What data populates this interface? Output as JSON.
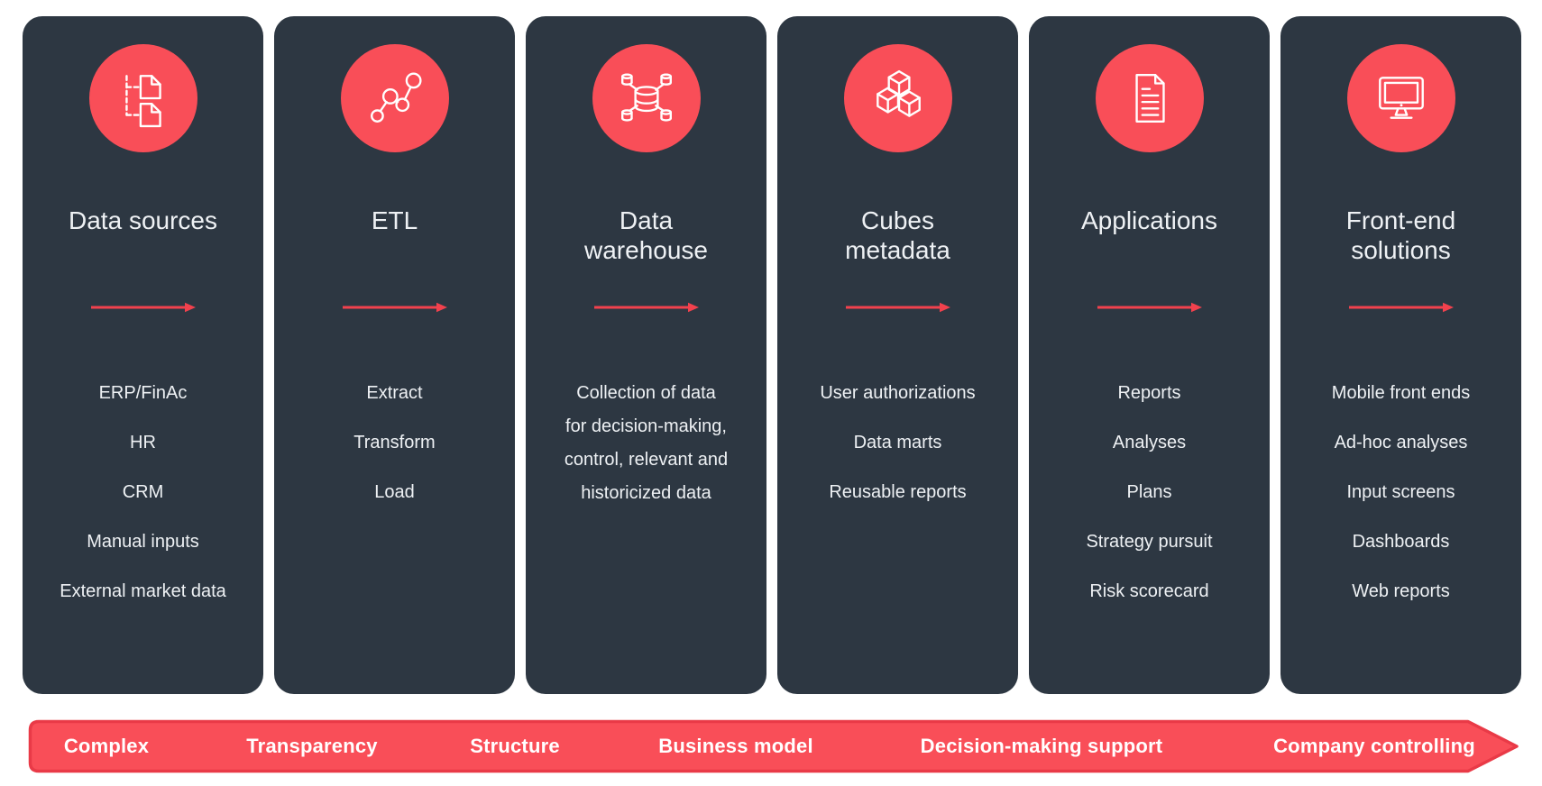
{
  "columns": [
    {
      "name": "Data sources",
      "title_lines": [
        "Data sources"
      ],
      "icon": "file-tree-icon",
      "items": [
        "ERP/FinAc",
        "HR",
        "CRM",
        "Manual inputs",
        "External market data"
      ]
    },
    {
      "name": "ETL",
      "title_lines": [
        "ETL"
      ],
      "icon": "etl-nodes-icon",
      "items": [
        "Extract",
        "Transform",
        "Load"
      ]
    },
    {
      "name": "Data warehouse",
      "title_lines": [
        "Data",
        "warehouse"
      ],
      "icon": "database-network-icon",
      "paragraph_lines": [
        "Collection of data",
        "for decision-making,",
        "control, relevant and",
        "historicized data"
      ]
    },
    {
      "name": "Cubes metadata",
      "title_lines": [
        "Cubes",
        "metadata"
      ],
      "icon": "cubes-icon",
      "items": [
        "User authorizations",
        "Data marts",
        "Reusable reports"
      ]
    },
    {
      "name": "Applications",
      "title_lines": [
        "Applications"
      ],
      "icon": "document-icon",
      "items": [
        "Reports",
        "Analyses",
        "Plans",
        "Strategy pursuit",
        "Risk scorecard"
      ]
    },
    {
      "name": "Front-end solutions",
      "title_lines": [
        "Front-end",
        "solutions"
      ],
      "icon": "monitor-icon",
      "items": [
        "Mobile front ends",
        "Ad-hoc analyses",
        "Input screens",
        "Dashboards",
        "Web reports"
      ]
    }
  ],
  "banner": {
    "labels": [
      "Complex",
      "Transparency",
      "Structure",
      "Business model",
      "Decision-making support",
      "Company controlling"
    ]
  },
  "colors": {
    "card_bg": "#2d3742",
    "accent_red": "#f94e58",
    "arrow_red": "#f2414d",
    "banner_fill": "#f94e58",
    "banner_border": "#e93a47",
    "text_light": "#eef1f4",
    "background": "#ffffff"
  }
}
